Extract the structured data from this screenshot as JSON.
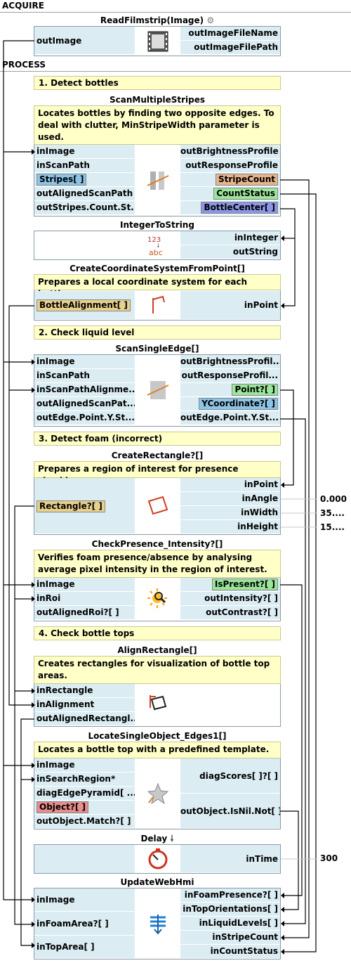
{
  "sections": {
    "acquire": "ACQUIRE",
    "process": "PROCESS"
  },
  "read_filmstrip": {
    "title": "ReadFilmstrip(Image)",
    "inputs": [
      "outImage"
    ],
    "outputs": [
      "outImageFileName",
      "outImageFilePath"
    ]
  },
  "notes": [
    "1. Detect bottles",
    "2. Check liquid level",
    "3. Detect foam (incorrect)",
    "4. Check bottle tops"
  ],
  "scan_multiple_stripes": {
    "title": "ScanMultipleStripes",
    "description": "Locates bottles by finding two opposite edges. To deal with clutter, MinStripeWidth parameter is used.",
    "inputs": [
      "inImage",
      "inScanPath",
      "Stripes[ ]",
      "outAlignedScanPath",
      "outStripes.Count.St..."
    ],
    "outputs": [
      "outBrightnessProfile",
      "outResponseProfile",
      "StripeCount",
      "CountStatus",
      "BottleCenter[ ]"
    ]
  },
  "integer_to_string": {
    "title": "IntegerToString",
    "outputs": [
      "inInteger",
      "outString"
    ]
  },
  "create_coordinate_system": {
    "title": "CreateCoordinateSystemFromPoint[]",
    "description": "Prepares a local coordinate system for each bottle.",
    "inputs": [
      "BottleAlignment[ ]"
    ],
    "outputs": [
      "inPoint"
    ]
  },
  "scan_single_edge": {
    "title": "ScanSingleEdge[]",
    "inputs": [
      "inImage",
      "inScanPath",
      "inScanPathAlignme...",
      "outAlignedScanPat...",
      "outEdge.Point.Y.St..."
    ],
    "outputs": [
      "outBrightnessProfil...",
      "outResponseProfil...",
      "Point?[ ]",
      "YCoordinate?[ ]",
      "outEdge.Point.Y.St..."
    ]
  },
  "create_rectangle": {
    "title": "CreateRectangle?[]",
    "description": "Prepares a region of interest for presence checking.",
    "inputs": [
      "Rectangle?[ ]"
    ],
    "outputs": [
      "inPoint",
      "inAngle",
      "inWidth",
      "inHeight"
    ],
    "values": [
      "0.000",
      "35....",
      "15...."
    ]
  },
  "check_presence": {
    "title": "CheckPresence_Intensity?[]",
    "description": "Verifies foam presence/absence by analysing average pixel intensity in the region of interest.",
    "inputs": [
      "inImage",
      "inRoi",
      "outAlignedRoi?[ ]"
    ],
    "outputs": [
      "IsPresent?[ ]",
      "outIntensity?[ ]",
      "outContrast?[ ]"
    ]
  },
  "align_rectangle": {
    "title": "AlignRectangle[]",
    "description": "Creates rectangles for visualization of bottle top areas.",
    "inputs": [
      "inRectangle",
      "inAlignment",
      "outAlignedRectangl..."
    ]
  },
  "locate_single_object": {
    "title": "LocateSingleObject_Edges1[]",
    "description": "Locates a bottle top with a predefined template.",
    "inputs": [
      "inImage",
      "inSearchRegion*",
      "diagEdgePyramid[ ...",
      "Object?[ ]",
      "outObject.Match?[ ]"
    ],
    "outputs": [
      "diagScores[ ]?[ ]",
      "outObject.IsNil.Not[ ]"
    ]
  },
  "delay": {
    "title": "Delay",
    "outputs": [
      "inTime"
    ],
    "value": "300"
  },
  "update_web_hmi": {
    "title": "UpdateWebHmi",
    "inputs": [
      "inImage",
      "inFoamArea?[ ]",
      "inTopArea[ ]"
    ],
    "outputs": [
      "inFoamPresence?[ ]",
      "inTopOrientations[ ]",
      "inLiquidLevels[ ]",
      "inStripeCount",
      "inCountStatus"
    ]
  }
}
